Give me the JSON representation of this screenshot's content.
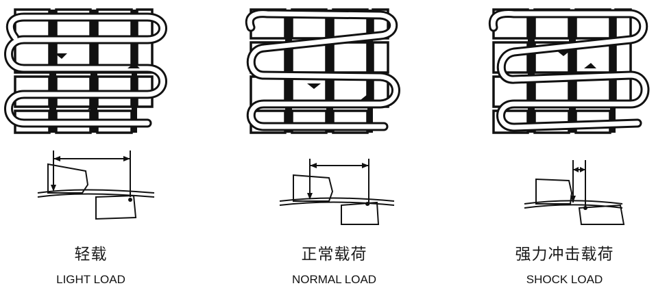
{
  "panels": [
    {
      "label_cn": "轻载",
      "label_en": "LIGHT LOAD"
    },
    {
      "label_cn": "正常载荷",
      "label_en": "NORMAL LOAD"
    },
    {
      "label_cn": "强力冲击载荷",
      "label_en": "SHOCK LOAD"
    }
  ]
}
